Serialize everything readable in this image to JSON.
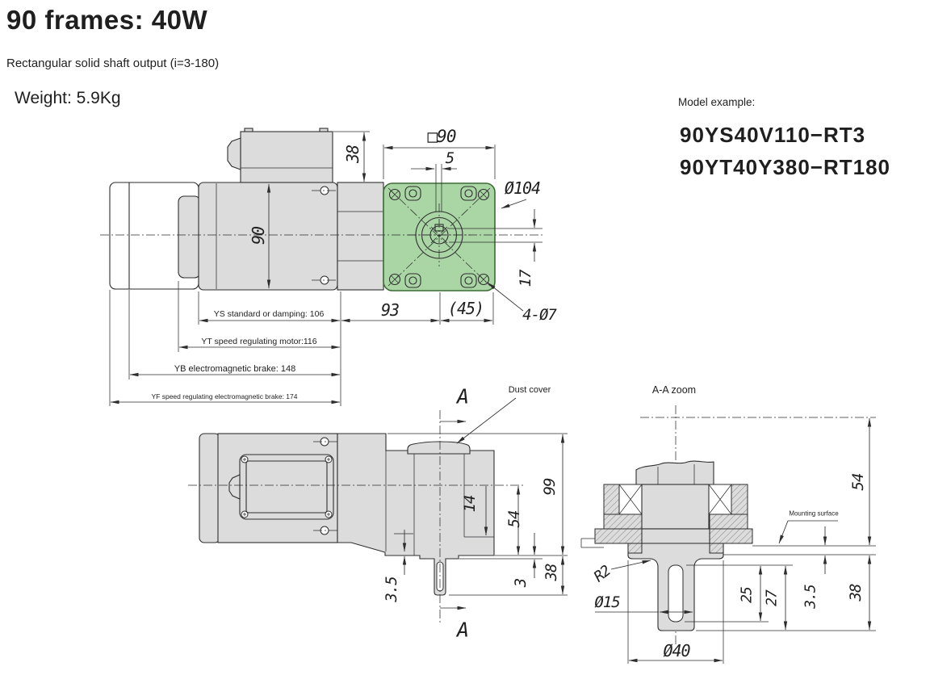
{
  "header": {
    "title": "90 frames: 40W",
    "subtitle": "Rectangular solid shaft output (i=3-180)",
    "weight": "Weight: 5.9Kg",
    "model_example_label": "Model example:",
    "model_1": "90YS40V110−RT3",
    "model_2": "90YT40Y380−RT180"
  },
  "colors": {
    "body_gray": "#dcdcdd",
    "flange_green": "#a9d6a4",
    "flange_green_border": "#3c6b36",
    "line": "#2e2e2e"
  },
  "side_view": {
    "box_height": "38",
    "body_height": "90",
    "flange_square": "□90",
    "keyway_width": "5",
    "corner_circle": "Ø104",
    "bore_offset": "17",
    "gear_length": "93",
    "center_to_edge": "(45)",
    "mounting_holes": "4-Ø7",
    "variants": {
      "ys": "YS standard or damping: 106",
      "yt": "YT speed regulating motor:116",
      "yb": "YB electromagnetic brake: 148",
      "yf": "YF speed regulating electromagnetic brake: 174"
    }
  },
  "plan_view": {
    "section_top": "A",
    "section_bottom": "A",
    "dust_cover": "Dust cover",
    "shaft_center": "14",
    "axis_to_face": "54",
    "overall_height": "99",
    "step": "3.5",
    "boss_height": "3",
    "shaft_length": "38"
  },
  "section_view": {
    "title": "A-A zoom",
    "mounting_surface": "Mounting surface",
    "fillet_radius": "R2",
    "shaft_diameter": "Ø15",
    "key_length": "25",
    "key_to_end": "27",
    "plate_thickness": "3.5",
    "protrusion": "38",
    "axis_height": "54",
    "boss_diameter": "Ø40"
  }
}
